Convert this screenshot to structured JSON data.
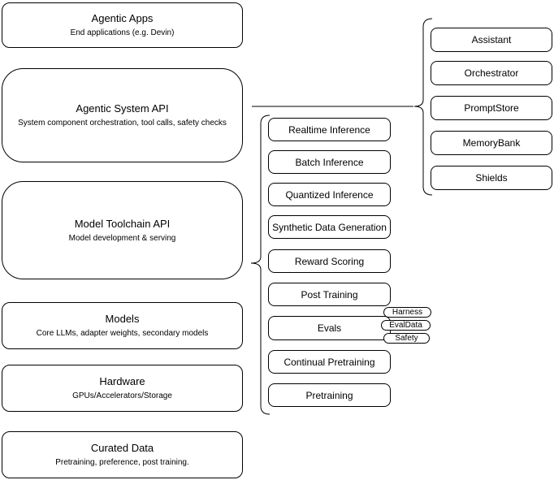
{
  "diagram": {
    "left_stack": [
      {
        "title": "Agentic Apps",
        "subtitle": "End applications (e.g. Devin)"
      },
      {
        "title": "Agentic System API",
        "subtitle": "System component orchestration, tool calls, safety checks"
      },
      {
        "title": "Model Toolchain API",
        "subtitle": "Model development & serving"
      },
      {
        "title": "Models",
        "subtitle": "Core LLMs, adapter weights, secondary models"
      },
      {
        "title": "Hardware",
        "subtitle": "GPUs/Accelerators/Storage"
      },
      {
        "title": "Curated Data",
        "subtitle": "Pretraining, preference, post training."
      }
    ],
    "toolchain_services": [
      "Realtime Inference",
      "Batch Inference",
      "Quantized Inference",
      "Synthetic Data Generation",
      "Reward Scoring",
      "Post Training",
      "Evals",
      "Continual Pretraining",
      "Pretraining"
    ],
    "eval_tags": [
      "Harness",
      "EvalData",
      "Safety"
    ],
    "system_components": [
      "Assistant",
      "Orchestrator",
      "PromptStore",
      "MemoryBank",
      "Shields"
    ],
    "colors": {
      "stroke": "#000000",
      "fill": "#ffffff",
      "text": "#000000"
    }
  }
}
